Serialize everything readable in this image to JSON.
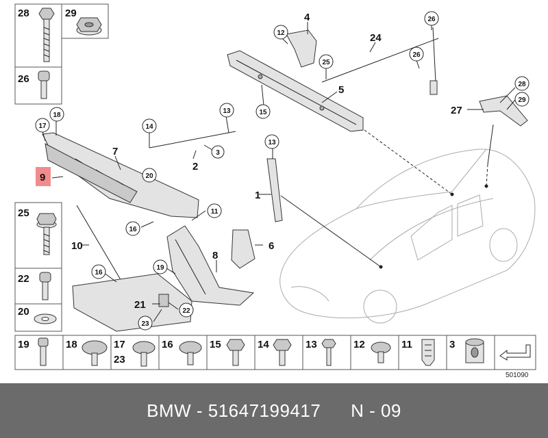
{
  "footer": {
    "brand_code": "BMW - 51647199417",
    "page": "N - 09"
  },
  "diagram_id": "501090",
  "highlight_label": "9",
  "accent_color": "#f28c8c",
  "left_boxes": [
    "28",
    "29",
    "26",
    "25",
    "22",
    "20"
  ],
  "bottom_boxes": [
    "19",
    "18",
    "17",
    "23",
    "16",
    "15",
    "14",
    "13",
    "12",
    "11",
    "3"
  ],
  "labels": [
    "1",
    "2",
    "3",
    "4",
    "5",
    "6",
    "7",
    "8",
    "10",
    "21",
    "24",
    "27"
  ],
  "callouts": [
    "11",
    "12",
    "13",
    "14",
    "15",
    "16",
    "17",
    "18",
    "19",
    "20",
    "22",
    "23",
    "25",
    "26",
    "28",
    "29"
  ]
}
